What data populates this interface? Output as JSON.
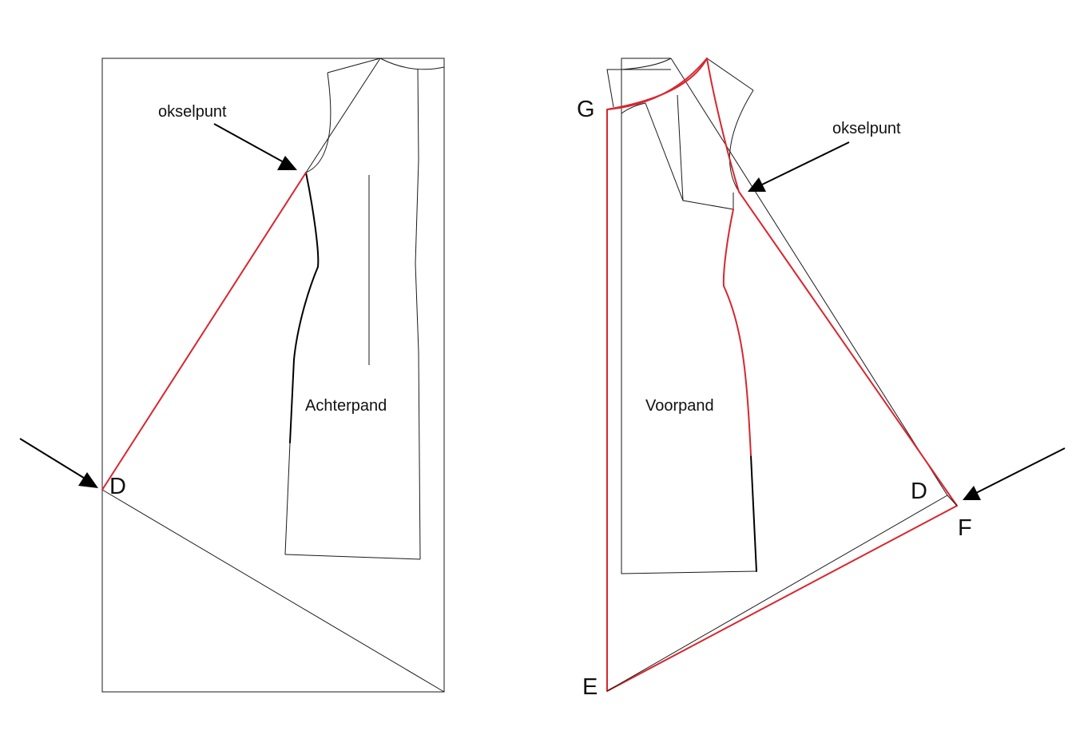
{
  "colors": {
    "outline": "#1a1a1a",
    "bold": "#000000",
    "highlight": "#d8262e"
  },
  "back_panel": {
    "piece_label": "Achterpand",
    "armpit_label": "okselpunt",
    "point_d": "D"
  },
  "front_panel": {
    "piece_label": "Voorpand",
    "armpit_label": "okselpunt",
    "point_d": "D",
    "point_e": "E",
    "point_f": "F",
    "point_g": "G"
  }
}
